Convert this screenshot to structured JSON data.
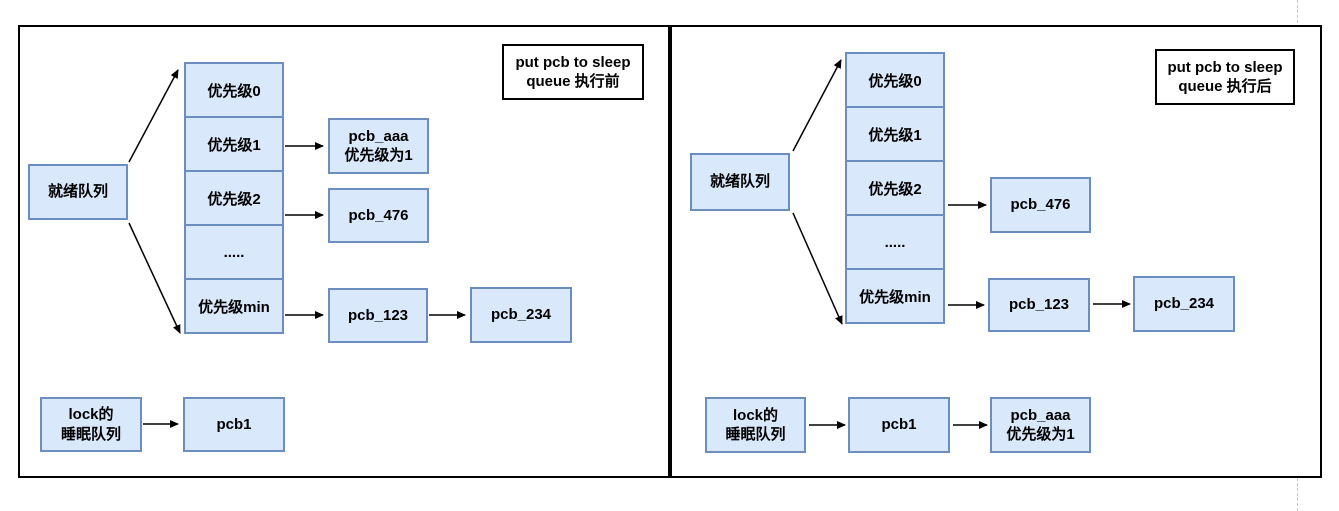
{
  "colors": {
    "node_fill": "#dae8fc",
    "node_border": "#6c8ebf",
    "panel_border": "#000000",
    "arrow": "#000000",
    "page_break_line": "#c9c9c9"
  },
  "panels": [
    {
      "id": "before",
      "title": "put pcb to sleep\nqueue 执行前",
      "ready_queue_label": "就绪队列",
      "levels": [
        "优先级0",
        "优先级1",
        "优先级2",
        ".....",
        "优先级min"
      ],
      "level1_pcb": "pcb_aaa\n优先级为1",
      "level2_pcb": "pcb_476",
      "levelmin_pcb_a": "pcb_123",
      "levelmin_pcb_b": "pcb_234",
      "sleep_queue_label": "lock的\n睡眠队列",
      "sleep_pcb_a": "pcb1"
    },
    {
      "id": "after",
      "title": "put pcb to sleep\nqueue 执行后",
      "ready_queue_label": "就绪队列",
      "levels": [
        "优先级0",
        "优先级1",
        "优先级2",
        ".....",
        "优先级min"
      ],
      "level2_pcb": "pcb_476",
      "levelmin_pcb_a": "pcb_123",
      "levelmin_pcb_b": "pcb_234",
      "sleep_queue_label": "lock的\n睡眠队列",
      "sleep_pcb_a": "pcb1",
      "sleep_pcb_b": "pcb_aaa\n优先级为1"
    }
  ]
}
